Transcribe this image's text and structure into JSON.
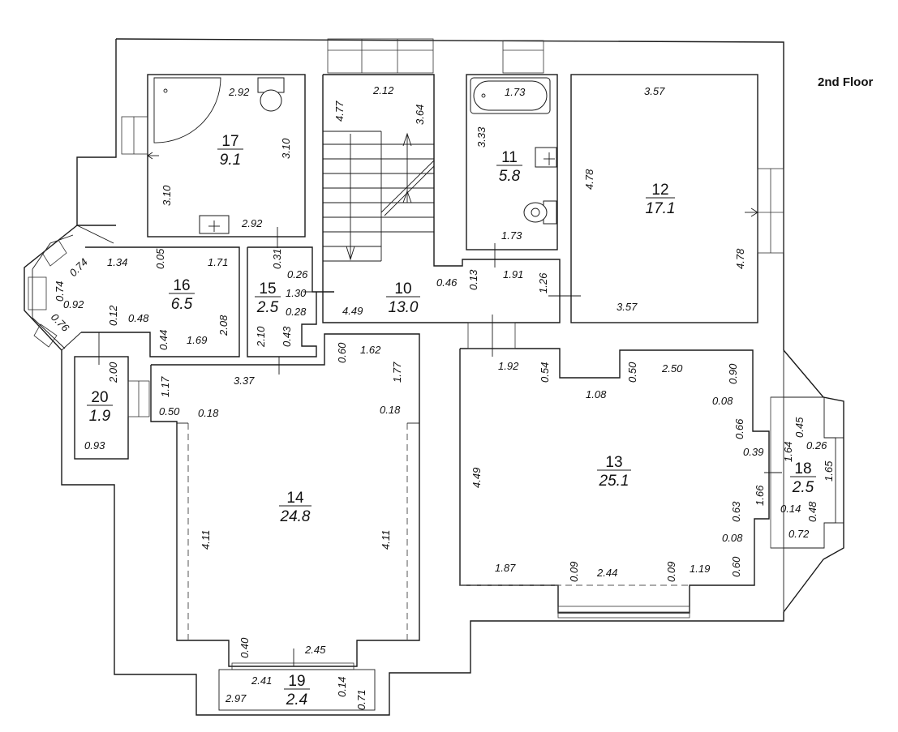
{
  "floor_label": "2nd Floor",
  "rooms": [
    {
      "id": "room-17",
      "number": "17",
      "area": "9.1"
    },
    {
      "id": "room-16",
      "number": "16",
      "area": "6.5"
    },
    {
      "id": "room-15",
      "number": "15",
      "area": "2.5"
    },
    {
      "id": "room-10",
      "number": "10",
      "area": "13.0"
    },
    {
      "id": "room-11",
      "number": "11",
      "area": "5.8"
    },
    {
      "id": "room-12",
      "number": "12",
      "area": "17.1"
    },
    {
      "id": "room-20",
      "number": "20",
      "area": "1.9"
    },
    {
      "id": "room-14",
      "number": "14",
      "area": "24.8"
    },
    {
      "id": "room-13",
      "number": "13",
      "area": "25.1"
    },
    {
      "id": "room-18",
      "number": "18",
      "area": "2.5"
    },
    {
      "id": "room-19",
      "number": "19",
      "area": "2.4"
    }
  ],
  "dimensions": {
    "r17_top": "2.92",
    "r17_right": "3.10",
    "r17_left": "3.10",
    "r17_bottom": "2.92",
    "r10_a": "4.77",
    "r10_b": "2.12",
    "r10_c": "3.64",
    "r10_d": "0.46",
    "r10_e": "4.49",
    "r10_f": "0.13",
    "r11_top": "1.73",
    "r11_left": "3.33",
    "r11_bottom": "1.73",
    "r11_c": "1.91",
    "r11_d": "1.26",
    "r12_top": "3.57",
    "r12_left": "4.78",
    "r12_right": "4.78",
    "r12_bottom": "3.57",
    "r16_a": "0.74",
    "r16_b": "1.34",
    "r16_c": "0.05",
    "r16_d": "1.71",
    "r16_e": "0.74",
    "r16_f": "0.92",
    "r16_g": "0.76",
    "r16_h": "0.12",
    "r16_i": "0.48",
    "r16_j": "0.44",
    "r16_k": "1.69",
    "r16_l": "2.08",
    "r15_a": "0.31",
    "r15_b": "0.26",
    "r15_c": "1.30",
    "r15_d": "0.28",
    "r15_e": "2.10",
    "r15_f": "0.43",
    "r20_a": "2.00",
    "r20_b": "0.93",
    "r14_a": "0.60",
    "r14_b": "1.62",
    "r14_c": "1.77",
    "r14_d": "3.37",
    "r14_e": "1.17",
    "r14_f": "0.50",
    "r14_g": "0.18",
    "r14_h": "0.18",
    "r14_i": "4.11",
    "r14_j": "4.11",
    "r14_k": "0.40",
    "r14_l": "2.45",
    "r13_a": "1.92",
    "r13_b": "0.54",
    "r13_c": "0.50",
    "r13_d": "2.50",
    "r13_e": "0.90",
    "r13_f": "1.08",
    "r13_g": "0.08",
    "r13_h": "0.66",
    "r13_i": "0.39",
    "r13_j": "4.49",
    "r13_k": "1.66",
    "r13_l": "0.63",
    "r13_m": "0.08",
    "r13_n": "0.60",
    "r13_o": "1.87",
    "r13_p": "0.09",
    "r13_q": "2.44",
    "r13_r": "0.09",
    "r13_s": "1.19",
    "r18_a": "0.45",
    "r18_b": "1.64",
    "r18_c": "0.26",
    "r18_d": "1.65",
    "r18_e": "0.14",
    "r18_f": "0.48",
    "r18_g": "0.72",
    "r19_a": "2.41",
    "r19_b": "0.14",
    "r19_c": "2.97",
    "r19_d": "0.71"
  }
}
